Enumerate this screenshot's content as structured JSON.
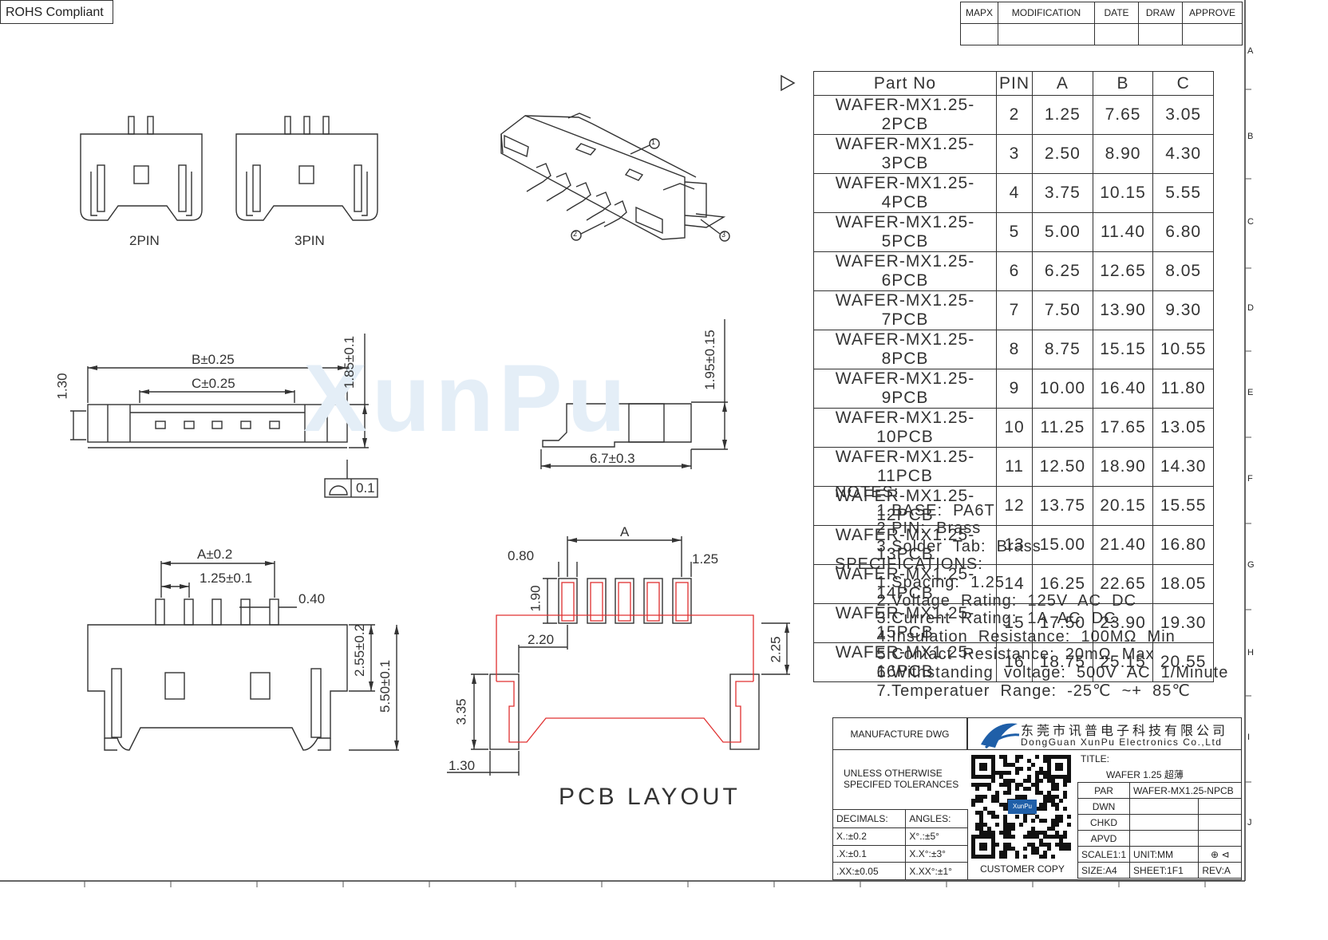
{
  "header": {
    "rohs": "ROHS Compliant"
  },
  "revision_block": {
    "columns": [
      "MAPX",
      "MODIFICATION",
      "DATE",
      "DRAW",
      "APPROVE"
    ]
  },
  "parts_table": {
    "headers": [
      "Part No",
      "PIN",
      "A",
      "B",
      "C"
    ],
    "rows": [
      [
        "WAFER-MX1.25-2PCB",
        "2",
        "1.25",
        "7.65",
        "3.05"
      ],
      [
        "WAFER-MX1.25-3PCB",
        "3",
        "2.50",
        "8.90",
        "4.30"
      ],
      [
        "WAFER-MX1.25-4PCB",
        "4",
        "3.75",
        "10.15",
        "5.55"
      ],
      [
        "WAFER-MX1.25-5PCB",
        "5",
        "5.00",
        "11.40",
        "6.80"
      ],
      [
        "WAFER-MX1.25-6PCB",
        "6",
        "6.25",
        "12.65",
        "8.05"
      ],
      [
        "WAFER-MX1.25-7PCB",
        "7",
        "7.50",
        "13.90",
        "9.30"
      ],
      [
        "WAFER-MX1.25-8PCB",
        "8",
        "8.75",
        "15.15",
        "10.55"
      ],
      [
        "WAFER-MX1.25-9PCB",
        "9",
        "10.00",
        "16.40",
        "11.80"
      ],
      [
        "WAFER-MX1.25-10PCB",
        "10",
        "11.25",
        "17.65",
        "13.05"
      ],
      [
        "WAFER-MX1.25-11PCB",
        "11",
        "12.50",
        "18.90",
        "14.30"
      ],
      [
        "WAFER-MX1.25-12PCB",
        "12",
        "13.75",
        "20.15",
        "15.55"
      ],
      [
        "WAFER-MX1.25-13PCB",
        "13",
        "15.00",
        "21.40",
        "16.80"
      ],
      [
        "WAFER-MX1.25-14PCB",
        "14",
        "16.25",
        "22.65",
        "18.05"
      ],
      [
        "WAFER-MX1.25-15PCB",
        "15",
        "17.50",
        "23.90",
        "19.30"
      ],
      [
        "WAFER-MX1.25-16PCB",
        "16",
        "18.75",
        "25.15",
        "20.55"
      ]
    ]
  },
  "notes": {
    "lines": [
      "NOTES:",
      "        1.BASE:  PA6T",
      "        2.PIN:  Brass",
      "        3.Solder  Tab:  Brass",
      "SPECIFICATIONS:",
      "        1.Spacing:  1.25",
      "        2.Voltage  Rating:  125V  AC  DC",
      "        3.Current  Rating:  1A  AC  DC",
      "        4.Insulation  Resistance:  100MΩ  Min",
      "        5.Contact  Resistance:  20mΩ  Max",
      "        6.Withstanding  voltage:  500V  AC  1/Minute",
      "        7.Temperatuer  Range:  -25℃  ~+  85℃"
    ]
  },
  "drawings": {
    "pin2_label": "2PIN",
    "pin3_label": "3PIN",
    "front": {
      "b": "B±0.25",
      "c": "C±0.25",
      "h130": "1.30",
      "h185": "1.85±0.1",
      "flat": "0.1"
    },
    "side": {
      "h195": "1.95±0.15",
      "w67": "6.7±0.3"
    },
    "bottom": {
      "a": "A±0.2",
      "pitch": "1.25±0.1",
      "w040": "0.40",
      "h255": "2.55±0.2",
      "h550": "5.50±0.1"
    },
    "pcb": {
      "a": "A",
      "w080": "0.80",
      "w125": "1.25",
      "h190": "1.90",
      "w220": "2.20",
      "h225": "2.25",
      "h335": "3.35",
      "w130": "1.30",
      "title": "PCB  LAYOUT"
    },
    "iso_callouts": [
      "1",
      "2",
      "3"
    ],
    "watermark": "XunPu"
  },
  "title_block": {
    "manufacture": "MANUFACTURE DWG",
    "company_cn": "东莞市讯普电子科技有限公司",
    "company_en": "DongGuan XunPu Electronics Co.,Ltd",
    "tolerance_line1": "UNLESS OTHERWISE",
    "tolerance_line2": "SPECIFED TOLERANCES",
    "title_label": "TITLE:",
    "title_value": "WAFER 1.25 超薄",
    "par_label": "PAR",
    "par_value": "WAFER-MX1.25-NPCB",
    "dwn": "DWN",
    "chkd": "CHKD",
    "apvd": "APVD",
    "decimals": "DECIMALS:",
    "angles": "ANGLES:",
    "d1": "X.:±0.2",
    "a1": "X°.:±5°",
    "d2": ".X:±0.1",
    "a2": "X.X°:±3°",
    "d3": ".XX:±0.05",
    "a3": "X.XX°:±1°",
    "scale": "SCALE1:1",
    "unit": "UNIT:MM",
    "customer": "CUSTOMER COPY",
    "size": "SIZE:A4",
    "sheet": "SHEET:1F1",
    "rev": "REV:A",
    "qr_badge": "XunPu"
  },
  "border_letters": [
    "A",
    "B",
    "C",
    "D",
    "E",
    "F",
    "G",
    "H",
    "I",
    "J"
  ]
}
